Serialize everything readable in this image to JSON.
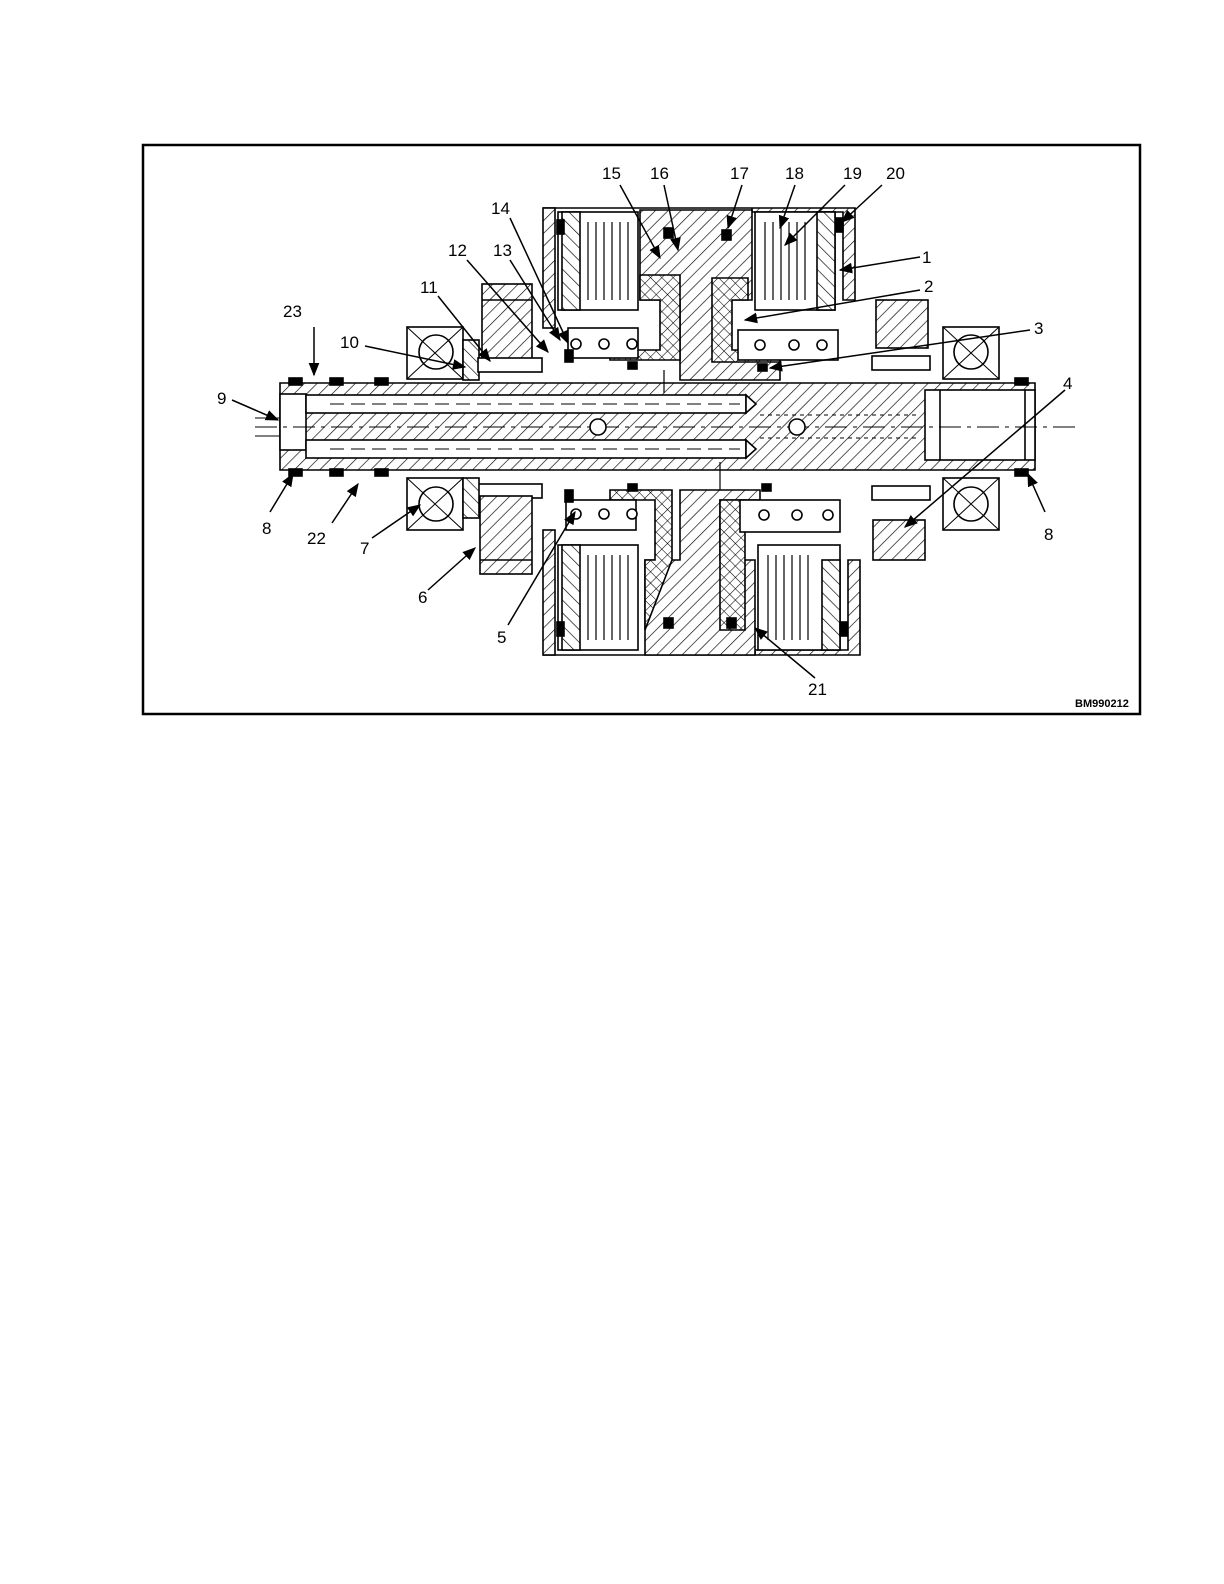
{
  "figure": {
    "id_label": "BM990212",
    "callouts": [
      "1",
      "2",
      "3",
      "4",
      "5",
      "6",
      "7",
      "8",
      "9",
      "10",
      "11",
      "12",
      "13",
      "14",
      "15",
      "16",
      "17",
      "18",
      "19",
      "20",
      "21",
      "22",
      "23"
    ],
    "colors": {
      "ink": "#000000",
      "paper": "#ffffff"
    }
  }
}
